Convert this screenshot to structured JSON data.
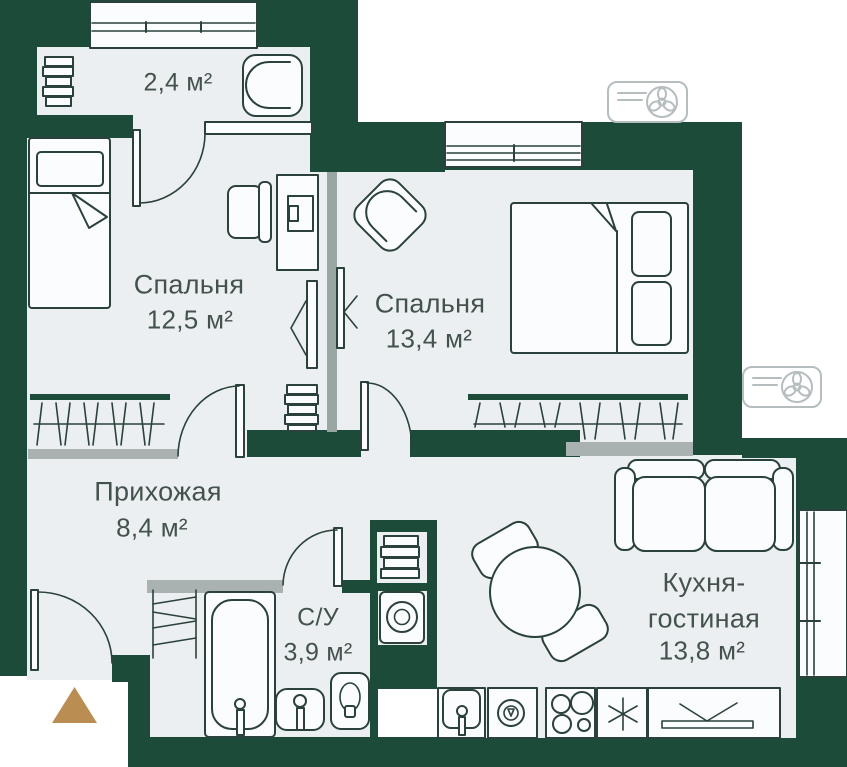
{
  "rooms": {
    "balcony": {
      "area": "2,4 м²"
    },
    "bedroom1": {
      "name": "Спальня",
      "area": "12,5 м²"
    },
    "bedroom2": {
      "name": "Спальня",
      "area": "13,4 м²"
    },
    "hallway": {
      "name": "Прихожая",
      "area": "8,4 м²"
    },
    "bathroom": {
      "name": "С/У",
      "area": "3,9 м²"
    },
    "kitchen_living": {
      "name_line1": "Кухня-",
      "name_line2": "гостиная",
      "area": "13,8 м²"
    }
  },
  "colors": {
    "wall": "#1D4B3A",
    "floor": "#ECEFF1",
    "outline": "#2B413B",
    "sill_gray": "#A9B2B0",
    "ac_icon_gray": "#B6BDBF",
    "entrance_marker": "#BA8E52",
    "label_text": "#44524D"
  }
}
